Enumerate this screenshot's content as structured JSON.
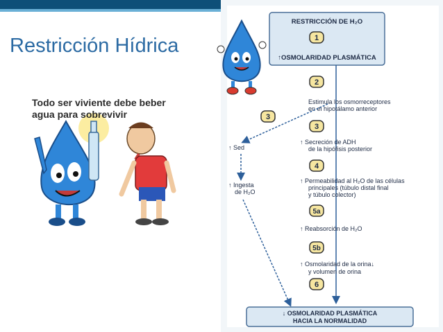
{
  "slide": {
    "title": "Restricción Hídrica",
    "caption_line1": "Todo ser viviente debe beber",
    "caption_line2": "agua para sobrevivir"
  },
  "colors": {
    "title": "#2b6aa3",
    "topbar": "#0e4f78",
    "box_fill": "#dbe8f3",
    "box_stroke": "#4a6f98",
    "arrow": "#2d5f9a",
    "badge_fill": "#f6e6a0",
    "badge_stroke": "#333333",
    "drop_blue": "#2f86d8"
  },
  "diagram": {
    "top_box": {
      "line1": "RESTRICCIÓN DE H₂O",
      "line2": "↑OSMOLARIDAD PLASMÁTICA"
    },
    "step1": "1",
    "step2": "2",
    "step2_text1": "Estimula los osmorreceptores",
    "step2_text2": "en el hipotálamo anterior",
    "step3": "3",
    "step3_text1": "↑ Secreción de ADH",
    "step3_text2": "de la hipófisis posterior",
    "step4": "4",
    "step4_text1": "↑ Permeabilidad al H₂O de las células",
    "step4_text2": "principales (túbulo distal final",
    "step4_text3": "y túbulo colector)",
    "step5a": "5a",
    "step5a_text": "↑ Reabsorción de H₂O",
    "step5b": "5b",
    "step5b_text1": "↑ Osmolaridad de la orina↓",
    "step5b_text2": "y volumen de orina",
    "step6": "6",
    "side_step3": "3",
    "sed": "↑ Sed",
    "ingesta1": "↑ Ingesta",
    "ingesta2": "de H₂O",
    "bottom_box": {
      "line1": "↓ OSMOLARIDAD PLASMÁTICA",
      "line2": "HACIA LA NORMALIDAD"
    }
  },
  "icons": {
    "water_drop_mascot": "water-drop-mascot-icon",
    "thirsty_man": "thirsty-man-icon",
    "water_bottle": "water-bottle-icon"
  }
}
